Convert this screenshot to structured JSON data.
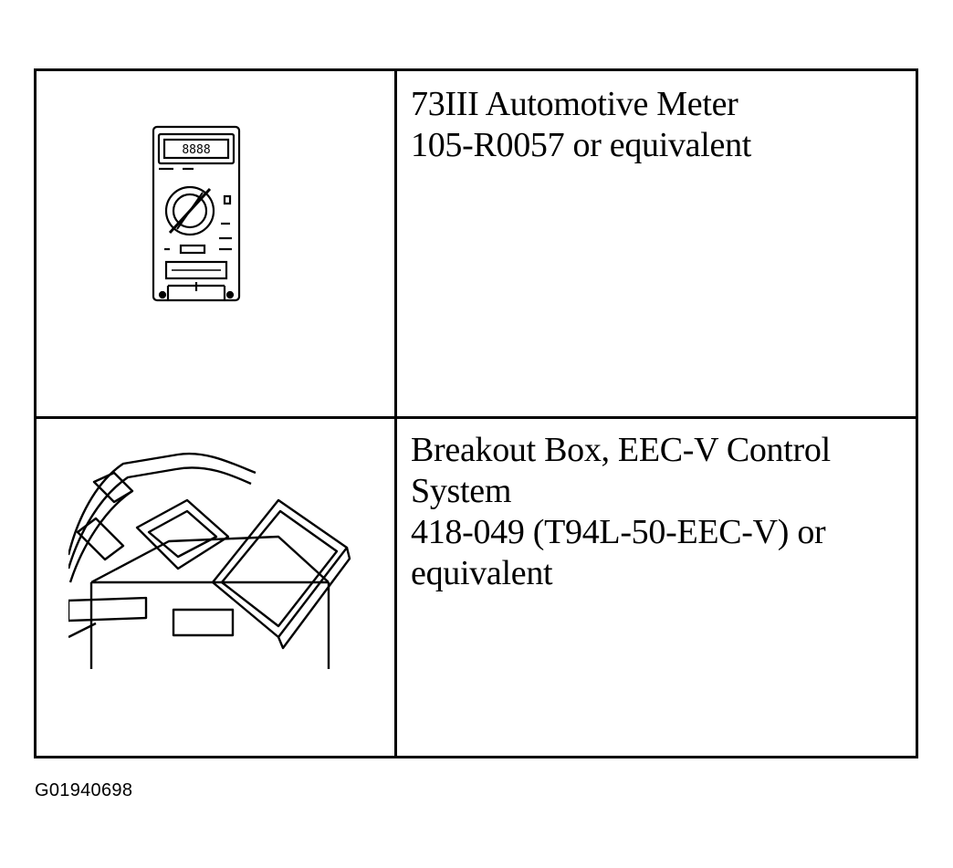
{
  "rows": [
    {
      "tool_lines": [
        "73III Automotive Meter",
        "105-R0057 or equivalent"
      ],
      "illustration_icon": "multimeter-icon"
    },
    {
      "tool_lines": [
        "Breakout Box, EEC-V Control",
        "System",
        "418-049 (T94L-50-EEC-V) or",
        "equivalent"
      ],
      "illustration_icon": "breakout-box-icon"
    }
  ],
  "figure_id": "G01940698"
}
